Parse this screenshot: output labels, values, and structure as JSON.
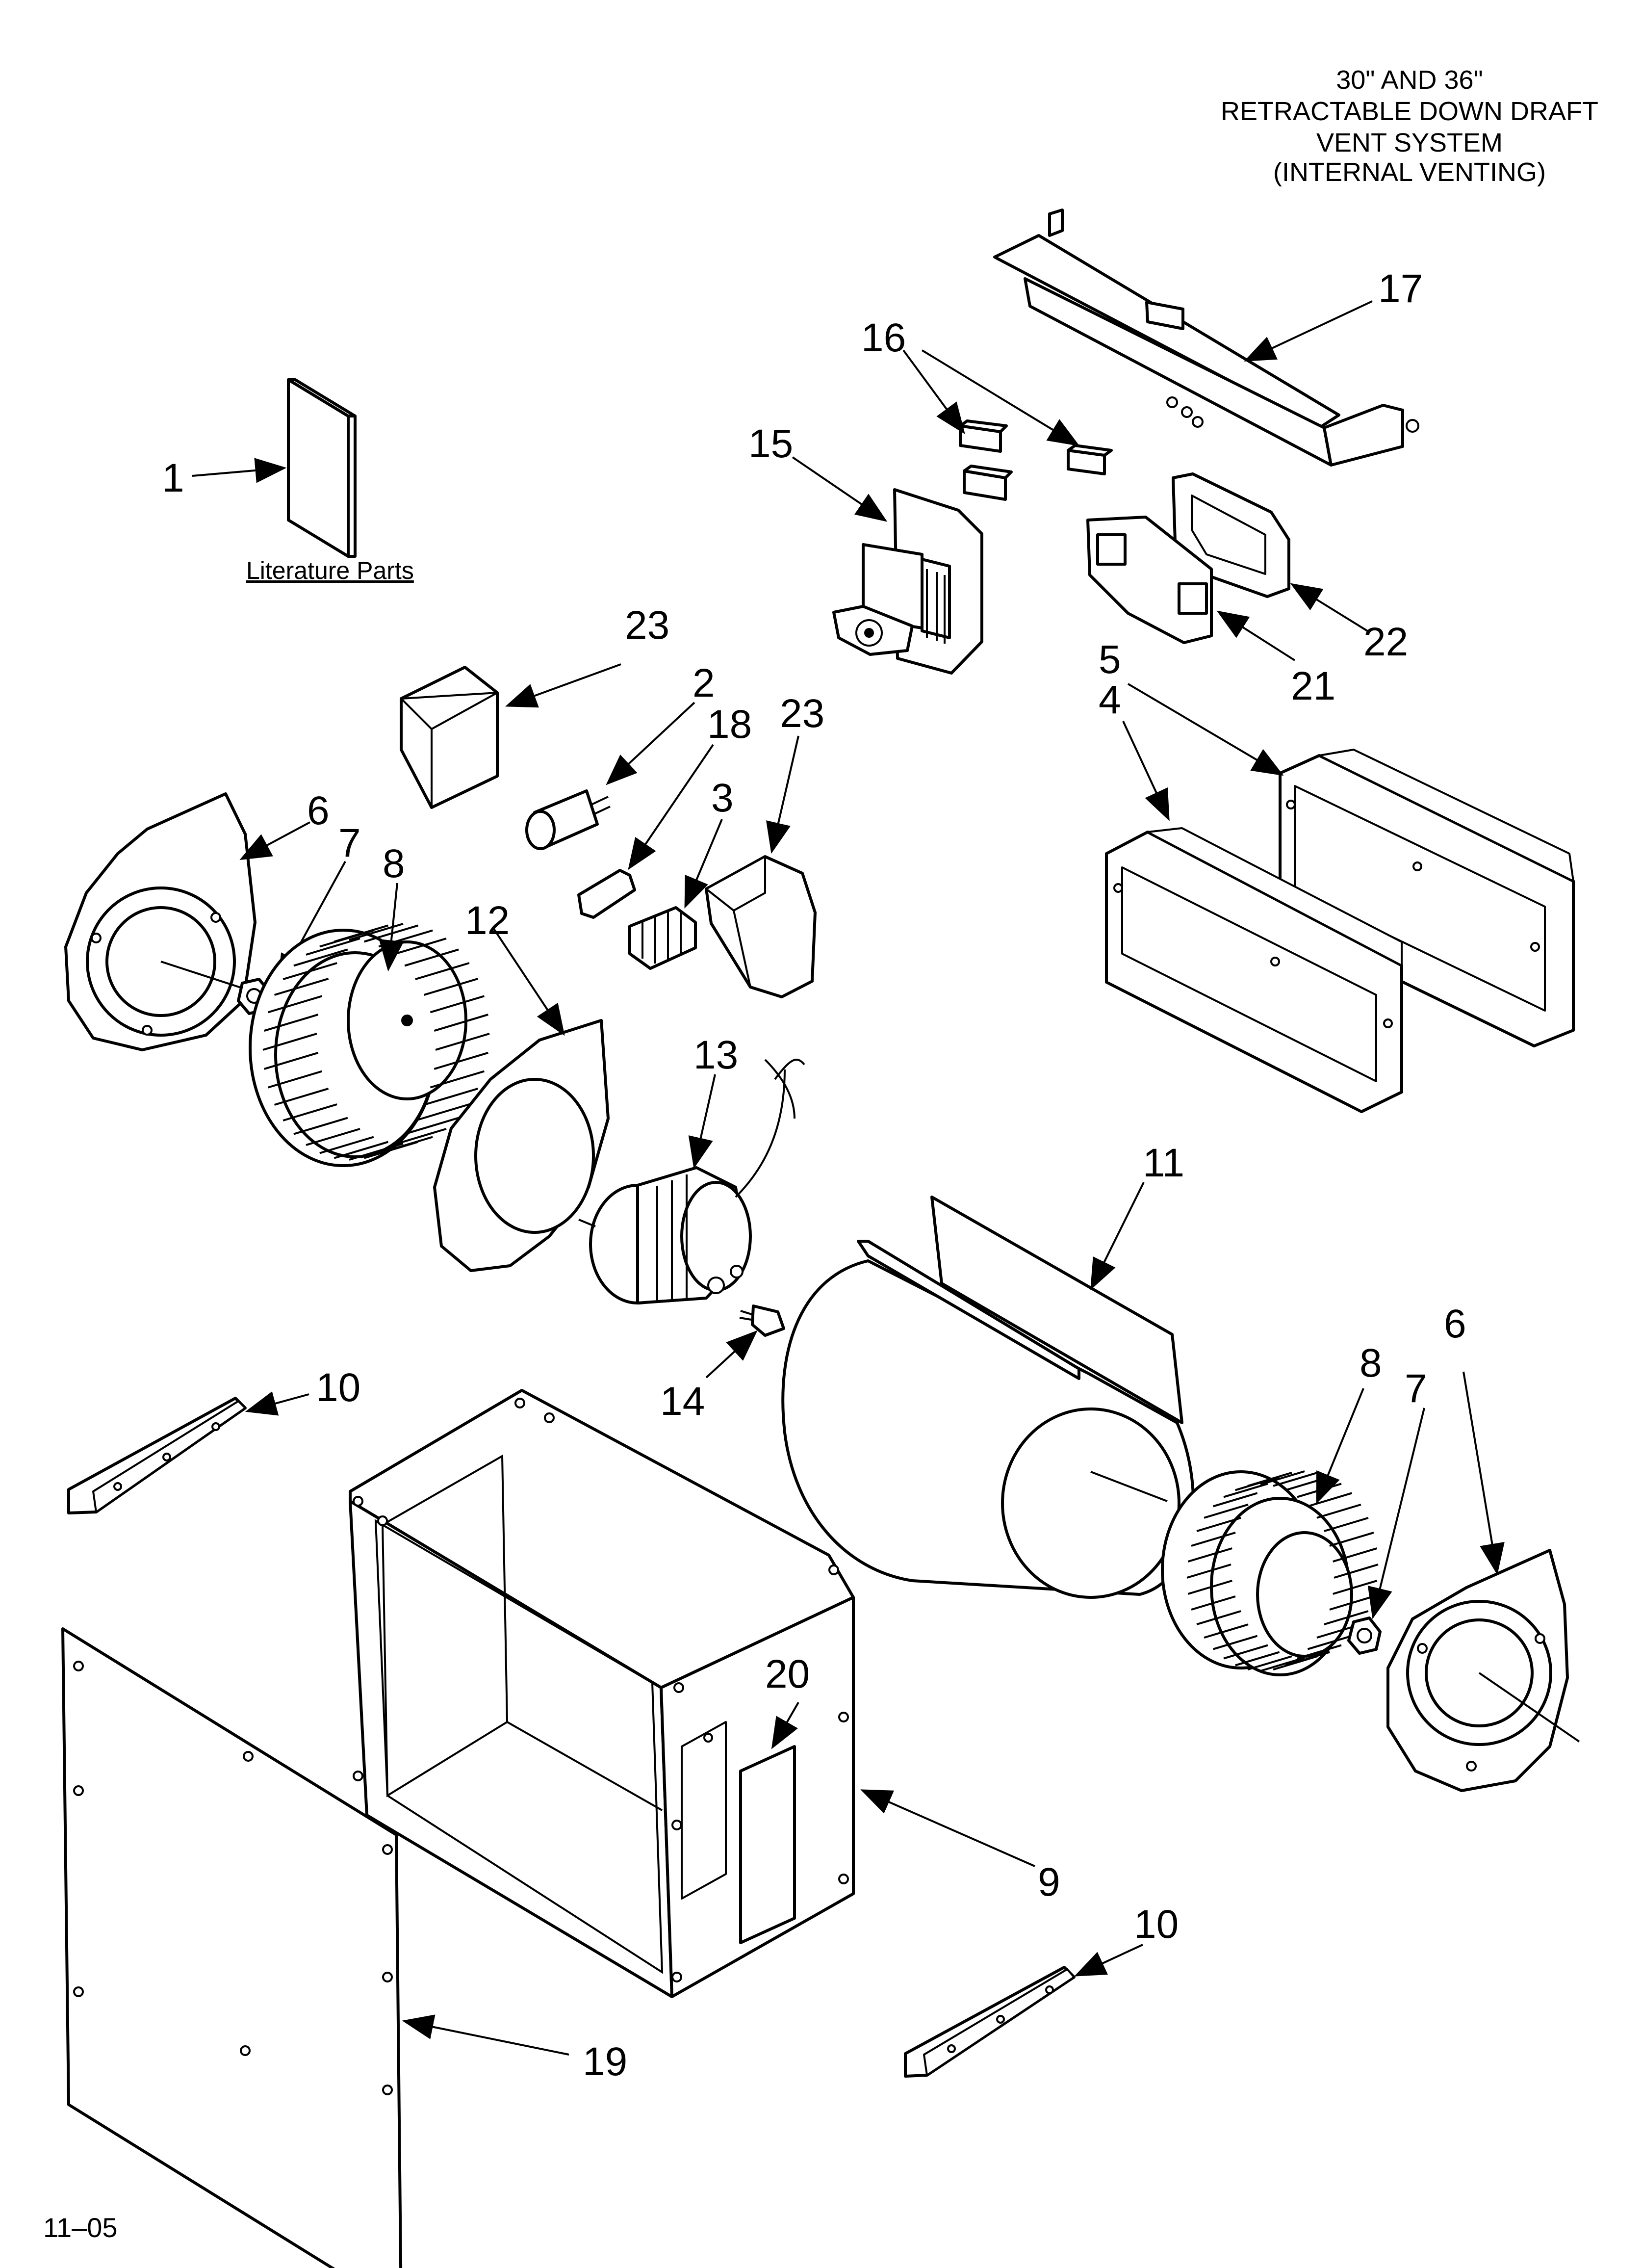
{
  "title": {
    "lines": [
      "30\" AND 36\"",
      "RETRACTABLE DOWN DRAFT",
      "VENT SYSTEM",
      "(INTERNAL VENTING)"
    ]
  },
  "literature_label": "Literature Parts",
  "document_number": "11–05",
  "callouts": {
    "c1": "1",
    "c2": "2",
    "c3": "3",
    "c4": "4",
    "c5": "5",
    "c6a": "6",
    "c6b": "6",
    "c7a": "7",
    "c7b": "7",
    "c8a": "8",
    "c8b": "8",
    "c9": "9",
    "c10a": "10",
    "c10b": "10",
    "c11": "11",
    "c12": "12",
    "c13": "13",
    "c14": "14",
    "c15": "15",
    "c16": "16",
    "c17": "17",
    "c18": "18",
    "c19": "19",
    "c20": "20",
    "c21": "21",
    "c22": "22",
    "c23a": "23",
    "c23b": "23"
  },
  "icons": {
    "literature": "booklet-icon",
    "capacitor": "capacitor-icon",
    "motor": "motor-icon",
    "blower_wheel": "blower-wheel-icon",
    "housing": "blower-housing-icon",
    "switch": "micro-switch-icon",
    "terminal_block": "terminal-block-icon",
    "gear_motor": "gear-motor-icon"
  }
}
